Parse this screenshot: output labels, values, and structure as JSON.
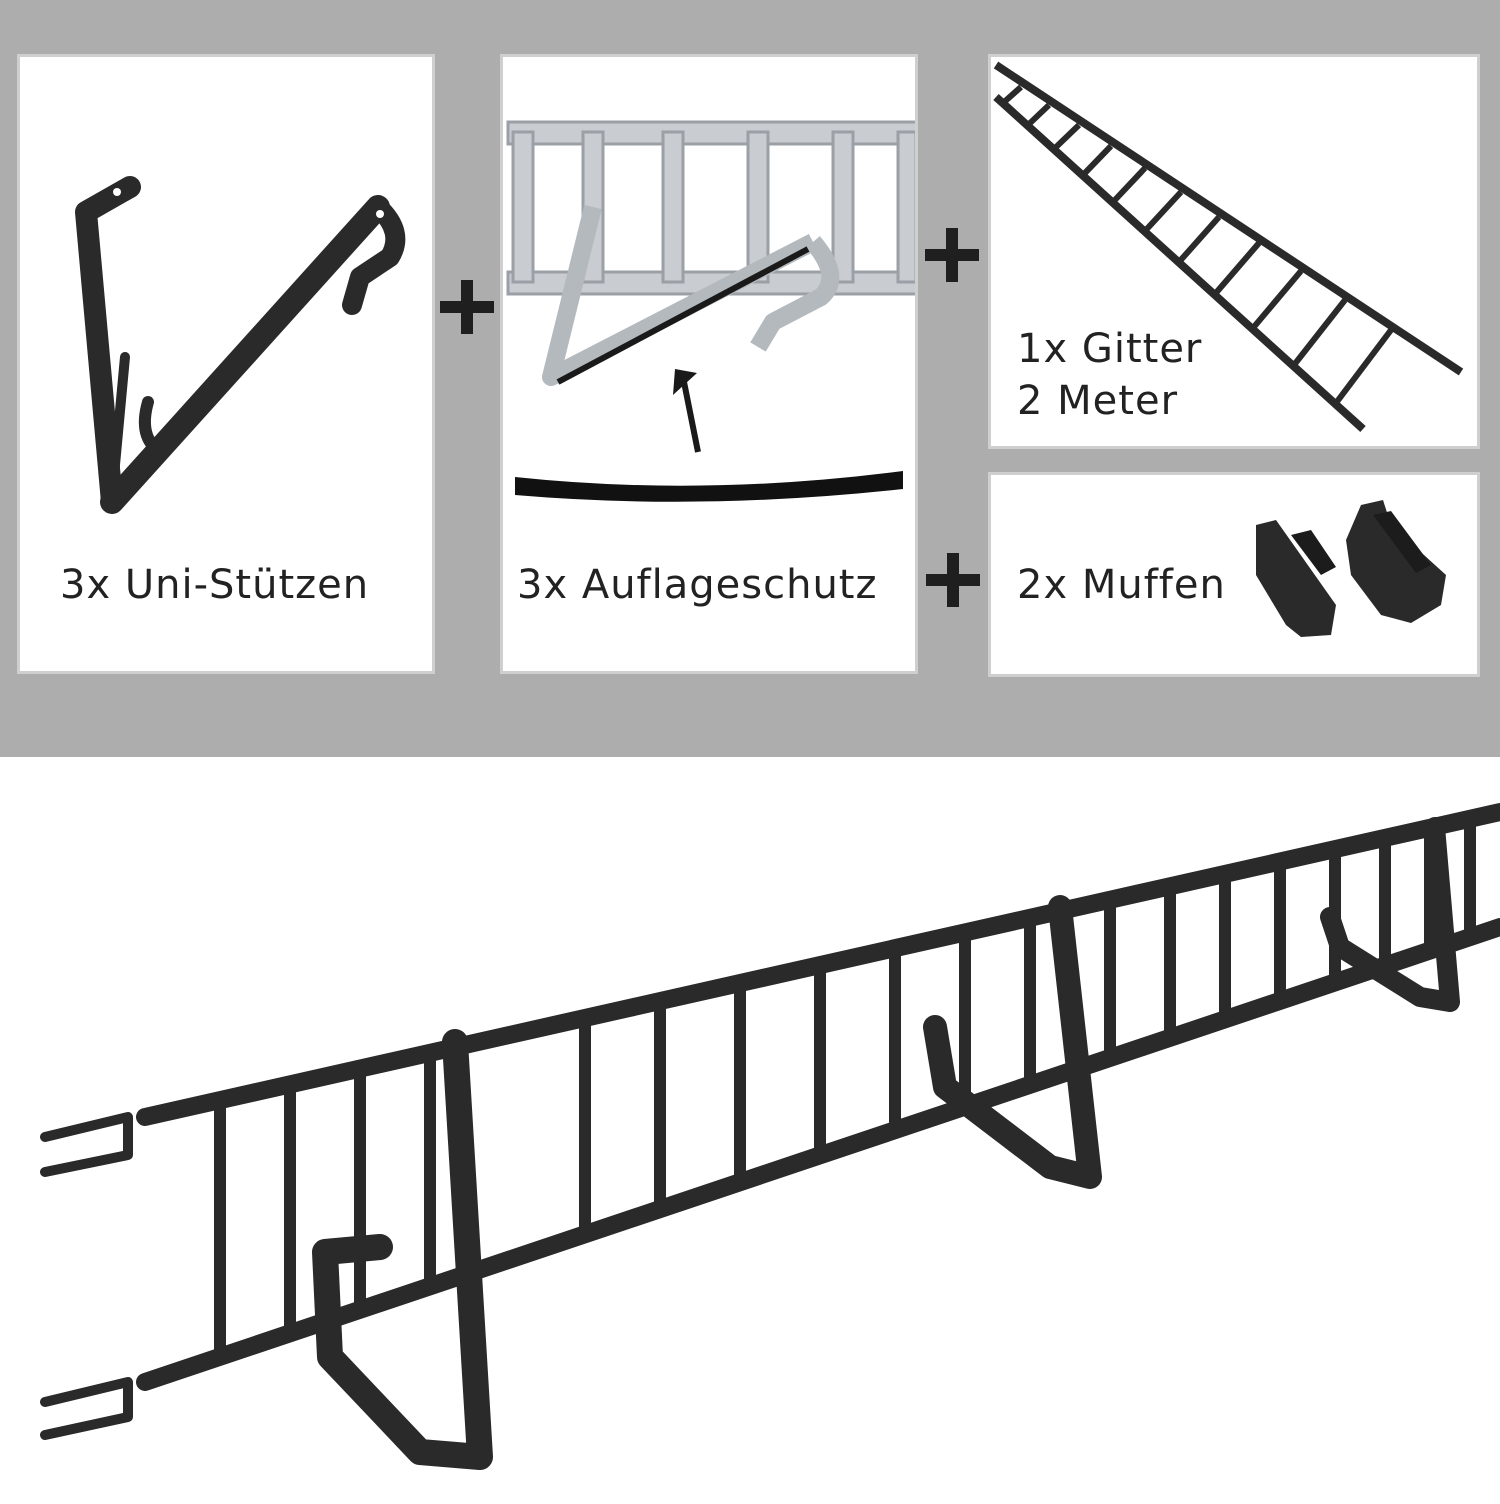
{
  "colors": {
    "background_band": "#adadad",
    "card_background": "#ffffff",
    "card_border": "#cfcfcf",
    "metal_dark": "#2a2a2a",
    "galvanized": "#c9cdd1",
    "text": "#222222"
  },
  "cards": {
    "supports": {
      "label": "3x Uni-Stützen",
      "icon": "bracket-icon"
    },
    "protection": {
      "label": "3x Auflageschutz",
      "icon": "rubber-strip-icon"
    },
    "grid": {
      "line1": "1x Gitter",
      "line2": "2 Meter",
      "icon": "ladder-grid-icon"
    },
    "sleeves": {
      "label": "2x Muffen",
      "icon": "sleeve-connector-icon"
    }
  },
  "plus_signs": [
    "+",
    "+",
    "+"
  ],
  "assembly_image": {
    "icon": "assembled-snow-guard-icon"
  }
}
